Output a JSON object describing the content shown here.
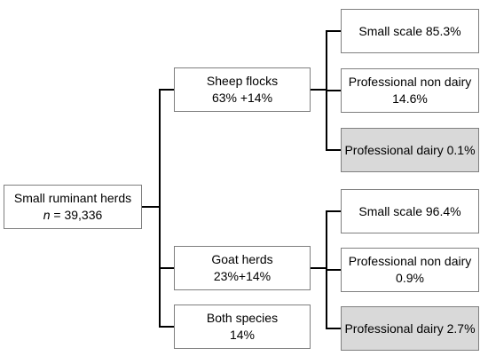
{
  "root": {
    "label": "Small ruminant herds",
    "n_prefix": "n",
    "n_value": " = 39,336"
  },
  "level1": [
    {
      "id": "sheep",
      "label": "Sheep flocks",
      "share": "63% +14%"
    },
    {
      "id": "goat",
      "label": "Goat herds",
      "share": "23%+14%"
    },
    {
      "id": "both",
      "label": "Both species",
      "share": "14%"
    }
  ],
  "sheep_children": [
    {
      "line1": "Small scale 85.3%",
      "line2": "",
      "shaded": false
    },
    {
      "line1": "Professional non dairy",
      "line2": "14.6%",
      "shaded": false
    },
    {
      "line1": "Professional dairy 0.1%",
      "line2": "",
      "shaded": true
    }
  ],
  "goat_children": [
    {
      "line1": "Small scale 96.4%",
      "line2": "",
      "shaded": false
    },
    {
      "line1": "Professional non dairy",
      "line2": "0.9%",
      "shaded": false
    },
    {
      "line1": "Professional dairy 2.7%",
      "line2": "",
      "shaded": true
    }
  ],
  "colors": {
    "box_border": "#7f7f7f",
    "shaded_fill": "#d9d9d9",
    "connector": "#000000"
  }
}
